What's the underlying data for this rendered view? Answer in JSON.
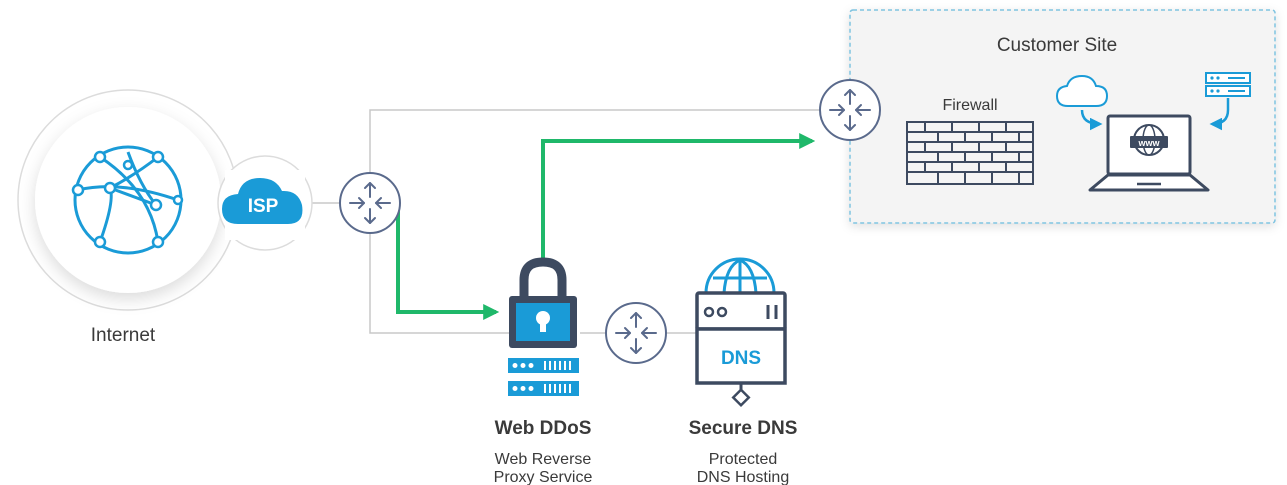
{
  "internet": {
    "label": "Internet"
  },
  "isp": {
    "label": "ISP"
  },
  "customer_site": {
    "title": "Customer Site",
    "firewall_label": "Firewall",
    "www_label": "www"
  },
  "web_ddos": {
    "title": "Web DDoS",
    "subtitle_line1": "Web Reverse",
    "subtitle_line2": "Proxy Service"
  },
  "secure_dns": {
    "title": "Secure DNS",
    "subtitle_line1": "Protected",
    "subtitle_line2": "DNS Hosting",
    "server_label": "DNS"
  },
  "colors": {
    "accent_blue": "#1a9bd7",
    "router_gray": "#5a6a8c",
    "protected_path_green": "#1fb86a",
    "line_gray": "#c8c8c8",
    "text_dark": "#3a3a3a",
    "site_border": "#7fc3e0"
  }
}
